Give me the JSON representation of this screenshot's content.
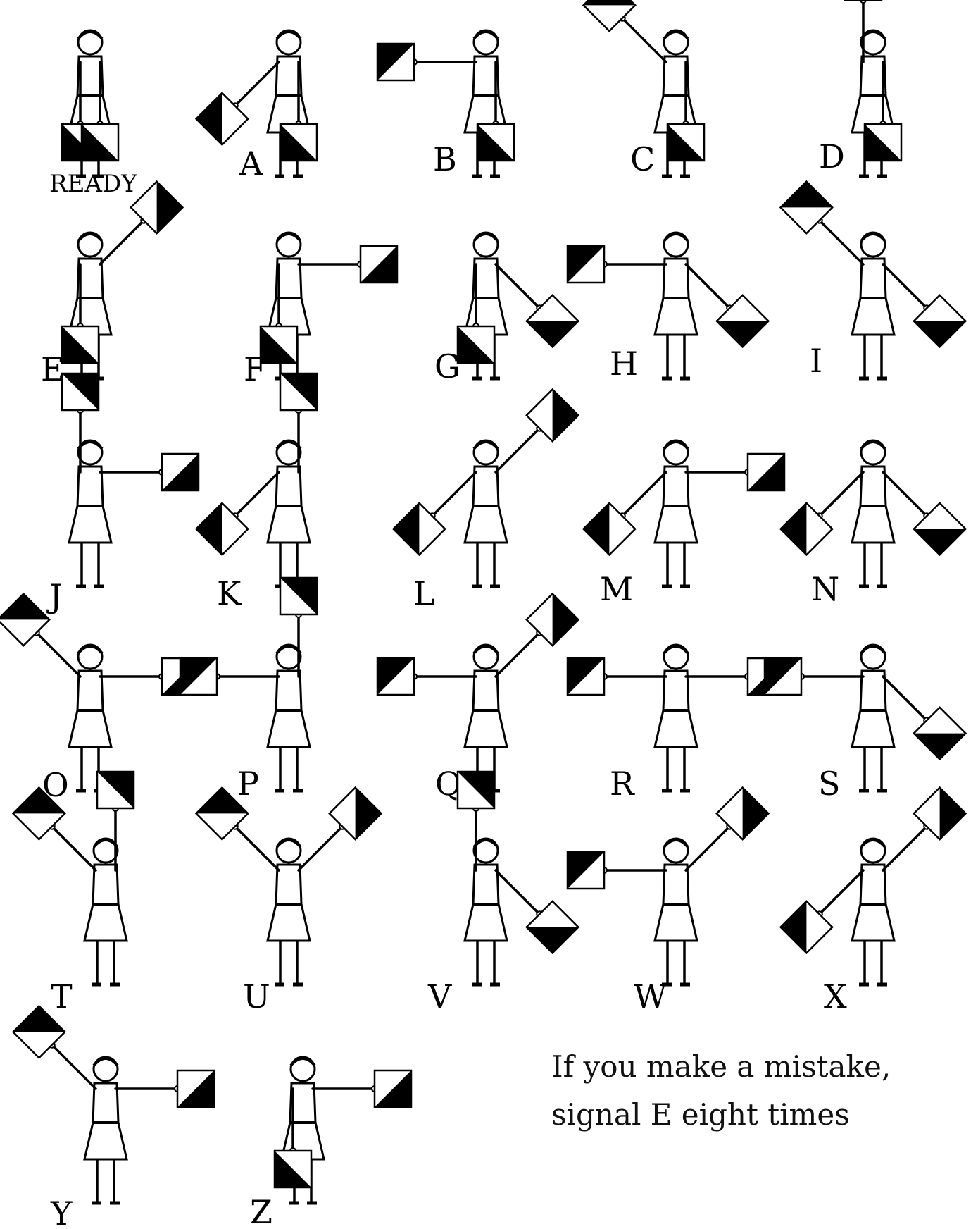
{
  "title": "",
  "signals": [
    {
      "label": "READY",
      "right_arm": "down",
      "left_arm": "down"
    },
    {
      "label": "A",
      "right_arm": "low",
      "left_arm": "down"
    },
    {
      "label": "B",
      "right_arm": "out",
      "left_arm": "down"
    },
    {
      "label": "C",
      "right_arm": "high",
      "left_arm": "down"
    },
    {
      "label": "D",
      "right_arm": "up",
      "left_arm": "down"
    },
    {
      "label": "E",
      "right_arm": "down",
      "left_arm": "high"
    },
    {
      "label": "F",
      "right_arm": "down",
      "left_arm": "out"
    },
    {
      "label": "G",
      "right_arm": "down",
      "left_arm": "low"
    },
    {
      "label": "H",
      "right_arm": "out",
      "left_arm": "low"
    },
    {
      "label": "I",
      "right_arm": "high",
      "left_arm": "low"
    },
    {
      "label": "J",
      "right_arm": "up",
      "left_arm": "out"
    },
    {
      "label": "K",
      "right_arm": "low",
      "left_arm": "up"
    },
    {
      "label": "L",
      "right_arm": "low",
      "left_arm": "high"
    },
    {
      "label": "M",
      "right_arm": "low",
      "left_arm": "out"
    },
    {
      "label": "N",
      "right_arm": "low",
      "left_arm": "low"
    },
    {
      "label": "O",
      "right_arm": "high",
      "left_arm": "out"
    },
    {
      "label": "P",
      "right_arm": "out",
      "left_arm": "up"
    },
    {
      "label": "Q",
      "right_arm": "out",
      "left_arm": "high"
    },
    {
      "label": "R",
      "right_arm": "out",
      "left_arm": "out"
    },
    {
      "label": "S",
      "right_arm": "out",
      "left_arm": "low"
    },
    {
      "label": "T",
      "right_arm": "high",
      "left_arm": "up"
    },
    {
      "label": "U",
      "right_arm": "high",
      "left_arm": "high"
    },
    {
      "label": "V",
      "right_arm": "up",
      "left_arm": "low"
    },
    {
      "label": "W",
      "right_arm": "out",
      "left_arm": "high"
    },
    {
      "label": "X",
      "right_arm": "low",
      "left_arm": "high"
    },
    {
      "label": "Y",
      "right_arm": "high",
      "left_arm": "out"
    },
    {
      "label": "Z",
      "right_arm": "down",
      "left_arm": "out"
    }
  ],
  "note": {
    "line1": "If you make a mistake,",
    "line2": "signal E eight times"
  },
  "colors": {
    "ink": "#000000",
    "paper": "#ffffff"
  }
}
